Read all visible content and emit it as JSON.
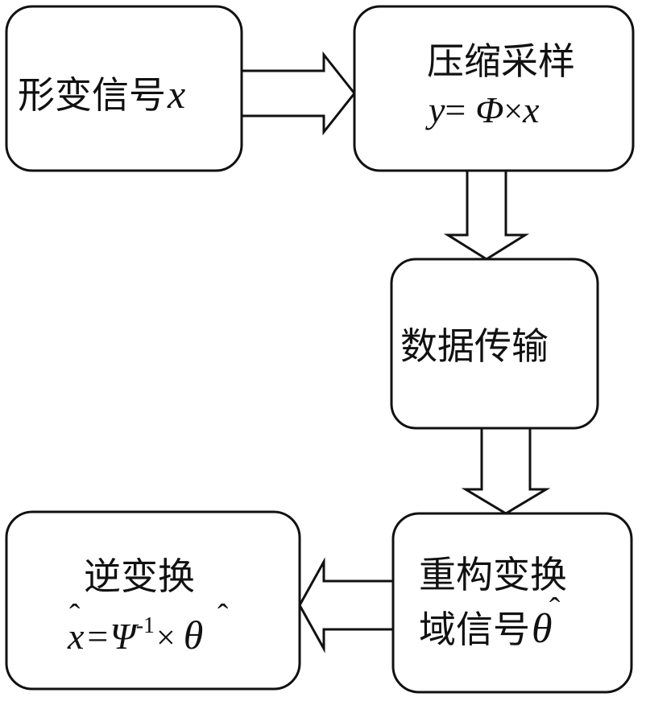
{
  "diagram": {
    "nodes": {
      "signal": {
        "label": "形变信号",
        "var": "x"
      },
      "sampling": {
        "label": "压缩采样",
        "formula": {
          "lhs": "y",
          "eq": "=",
          "phi": "Φ",
          "times": "×",
          "x": "x"
        }
      },
      "transmission": {
        "label": "数据传输"
      },
      "reconstruct": {
        "line1": "重构变换",
        "line2": "域信号",
        "theta": "θ",
        "hat": "ˆ"
      },
      "inverse": {
        "label": "逆变换",
        "formula": {
          "x": "x",
          "hat": "ˆ",
          "eq": "=",
          "psi": "Ψ",
          "exp": "-1",
          "times": "×",
          "theta": "θ",
          "theta_hat": "ˆ"
        }
      }
    },
    "edges": [
      {
        "from": "signal",
        "to": "sampling"
      },
      {
        "from": "sampling",
        "to": "transmission"
      },
      {
        "from": "transmission",
        "to": "reconstruct"
      },
      {
        "from": "reconstruct",
        "to": "inverse"
      }
    ],
    "colors": {
      "stroke": "#111111",
      "fill": "#ffffff"
    }
  }
}
